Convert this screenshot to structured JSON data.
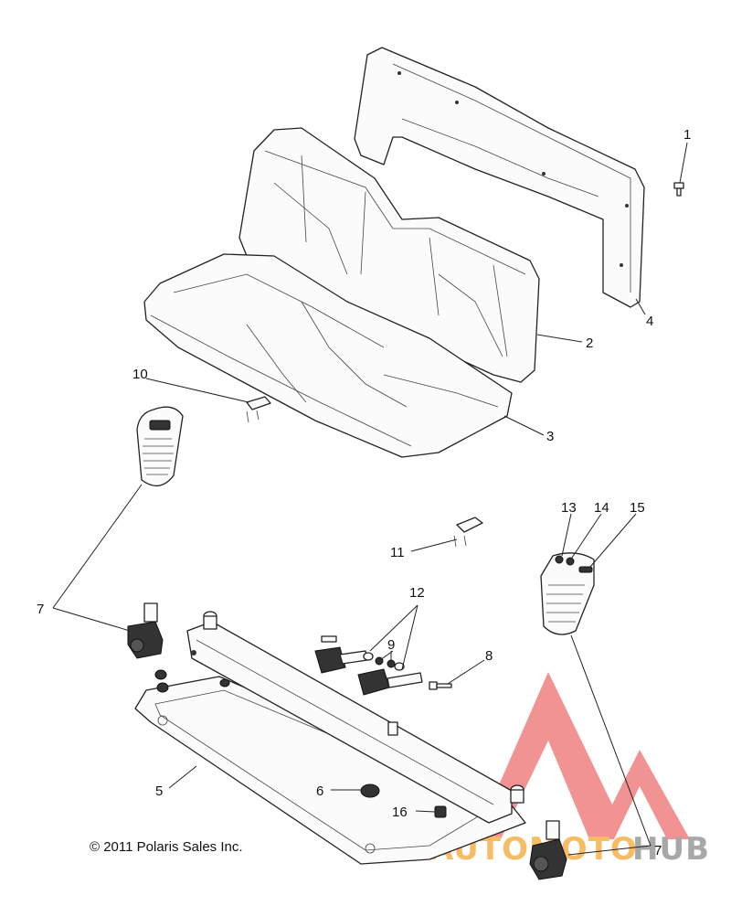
{
  "callouts": [
    {
      "id": "1",
      "label": "1"
    },
    {
      "id": "2",
      "label": "2"
    },
    {
      "id": "3",
      "label": "3"
    },
    {
      "id": "4",
      "label": "4"
    },
    {
      "id": "5",
      "label": "5"
    },
    {
      "id": "6",
      "label": "6"
    },
    {
      "id": "7a",
      "label": "7"
    },
    {
      "id": "7b",
      "label": "7"
    },
    {
      "id": "8",
      "label": "8"
    },
    {
      "id": "9",
      "label": "9"
    },
    {
      "id": "10",
      "label": "10"
    },
    {
      "id": "11",
      "label": "11"
    },
    {
      "id": "12",
      "label": "12"
    },
    {
      "id": "13",
      "label": "13"
    },
    {
      "id": "14",
      "label": "14"
    },
    {
      "id": "15",
      "label": "15"
    },
    {
      "id": "16",
      "label": "16"
    }
  ],
  "copyright": "© 2011 Polaris Sales Inc.",
  "watermark": {
    "text_orange": "AUTOMOTO",
    "text_gray": "HUB",
    "color_red": "#f08080",
    "color_orange": "#f5b24a",
    "color_gray": "#9a9a9a"
  }
}
